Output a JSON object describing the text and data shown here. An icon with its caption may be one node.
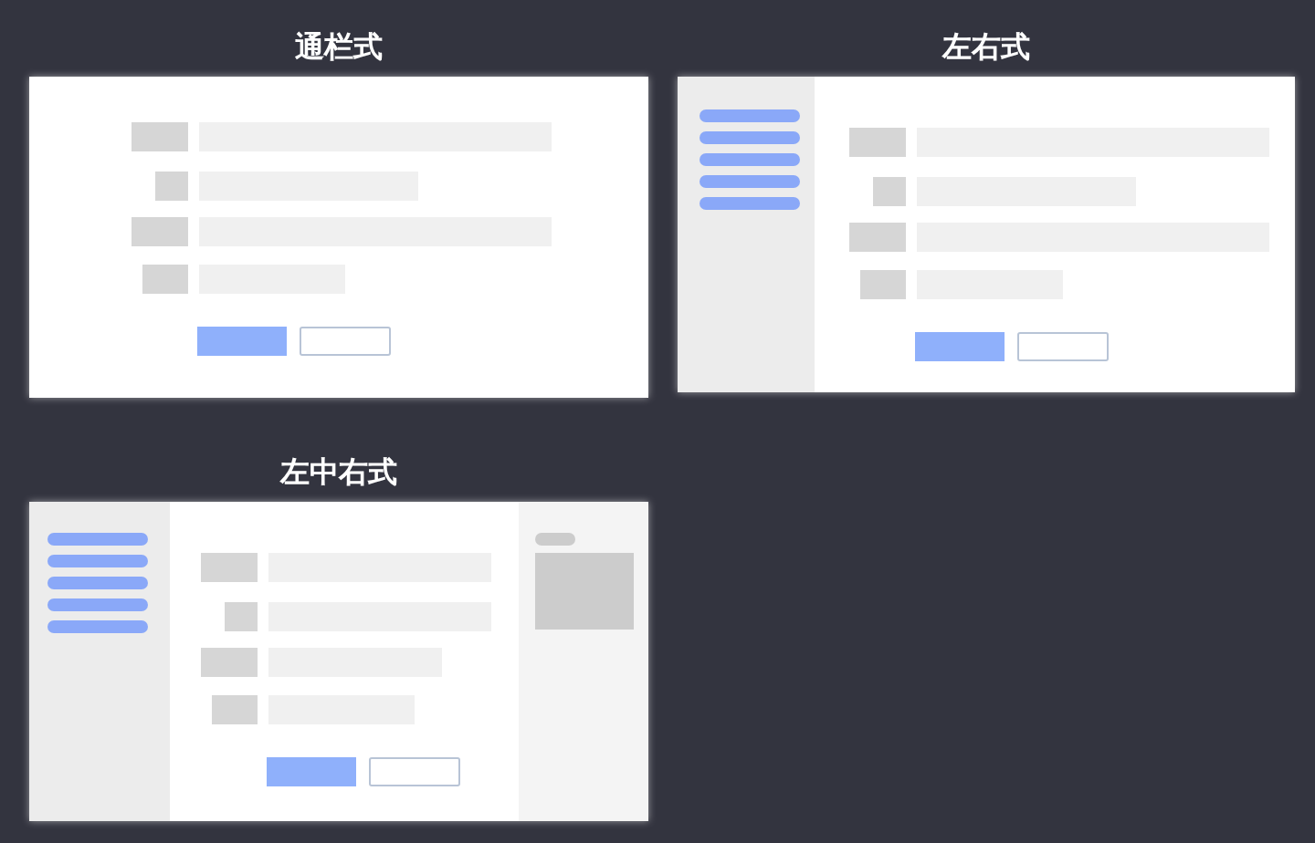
{
  "diagram": {
    "nodes": [
      {
        "text": [
          "通栏式"
        ]
      },
      {
        "text": [
          "左右式"
        ]
      },
      {
        "text": [
          "左中右式"
        ]
      }
    ]
  }
}
